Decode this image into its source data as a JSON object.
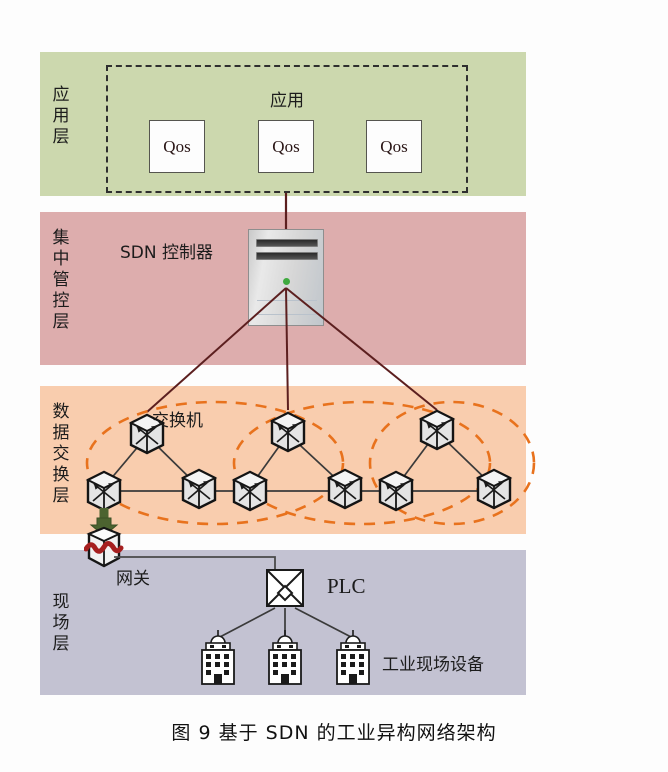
{
  "figure": {
    "caption": "图 9  基于 SDN 的工业异构网络架构"
  },
  "layers": [
    {
      "id": "application",
      "label": "应用层",
      "color": "#ccd8ae"
    },
    {
      "id": "control",
      "label": "集中管控层",
      "color": "#ddadad"
    },
    {
      "id": "data-exchange",
      "label": "数据交换层",
      "color": "#f9cdae"
    },
    {
      "id": "field",
      "label": "现场层",
      "color": "#c3c2d2"
    }
  ],
  "application_layer": {
    "group_title": "应用",
    "qos_boxes": [
      {
        "label": "Qos"
      },
      {
        "label": "Qos"
      },
      {
        "label": "Qos"
      }
    ]
  },
  "control_layer": {
    "controller_label": "SDN 控制器",
    "led_color": "#3faa3f"
  },
  "data_layer": {
    "switch_label": "交换机",
    "cluster_count": 3,
    "switch_count": 9,
    "ellipse_color": "#e8721d"
  },
  "field_layer": {
    "gateway_label": "网关",
    "plc_label": "PLC",
    "device_label": "工业现场设备",
    "device_count": 3
  },
  "link_colors": {
    "controller_link": "#5c1f1f",
    "switch_link": "#3a3a3a",
    "field_link": "#4a4a4a"
  }
}
